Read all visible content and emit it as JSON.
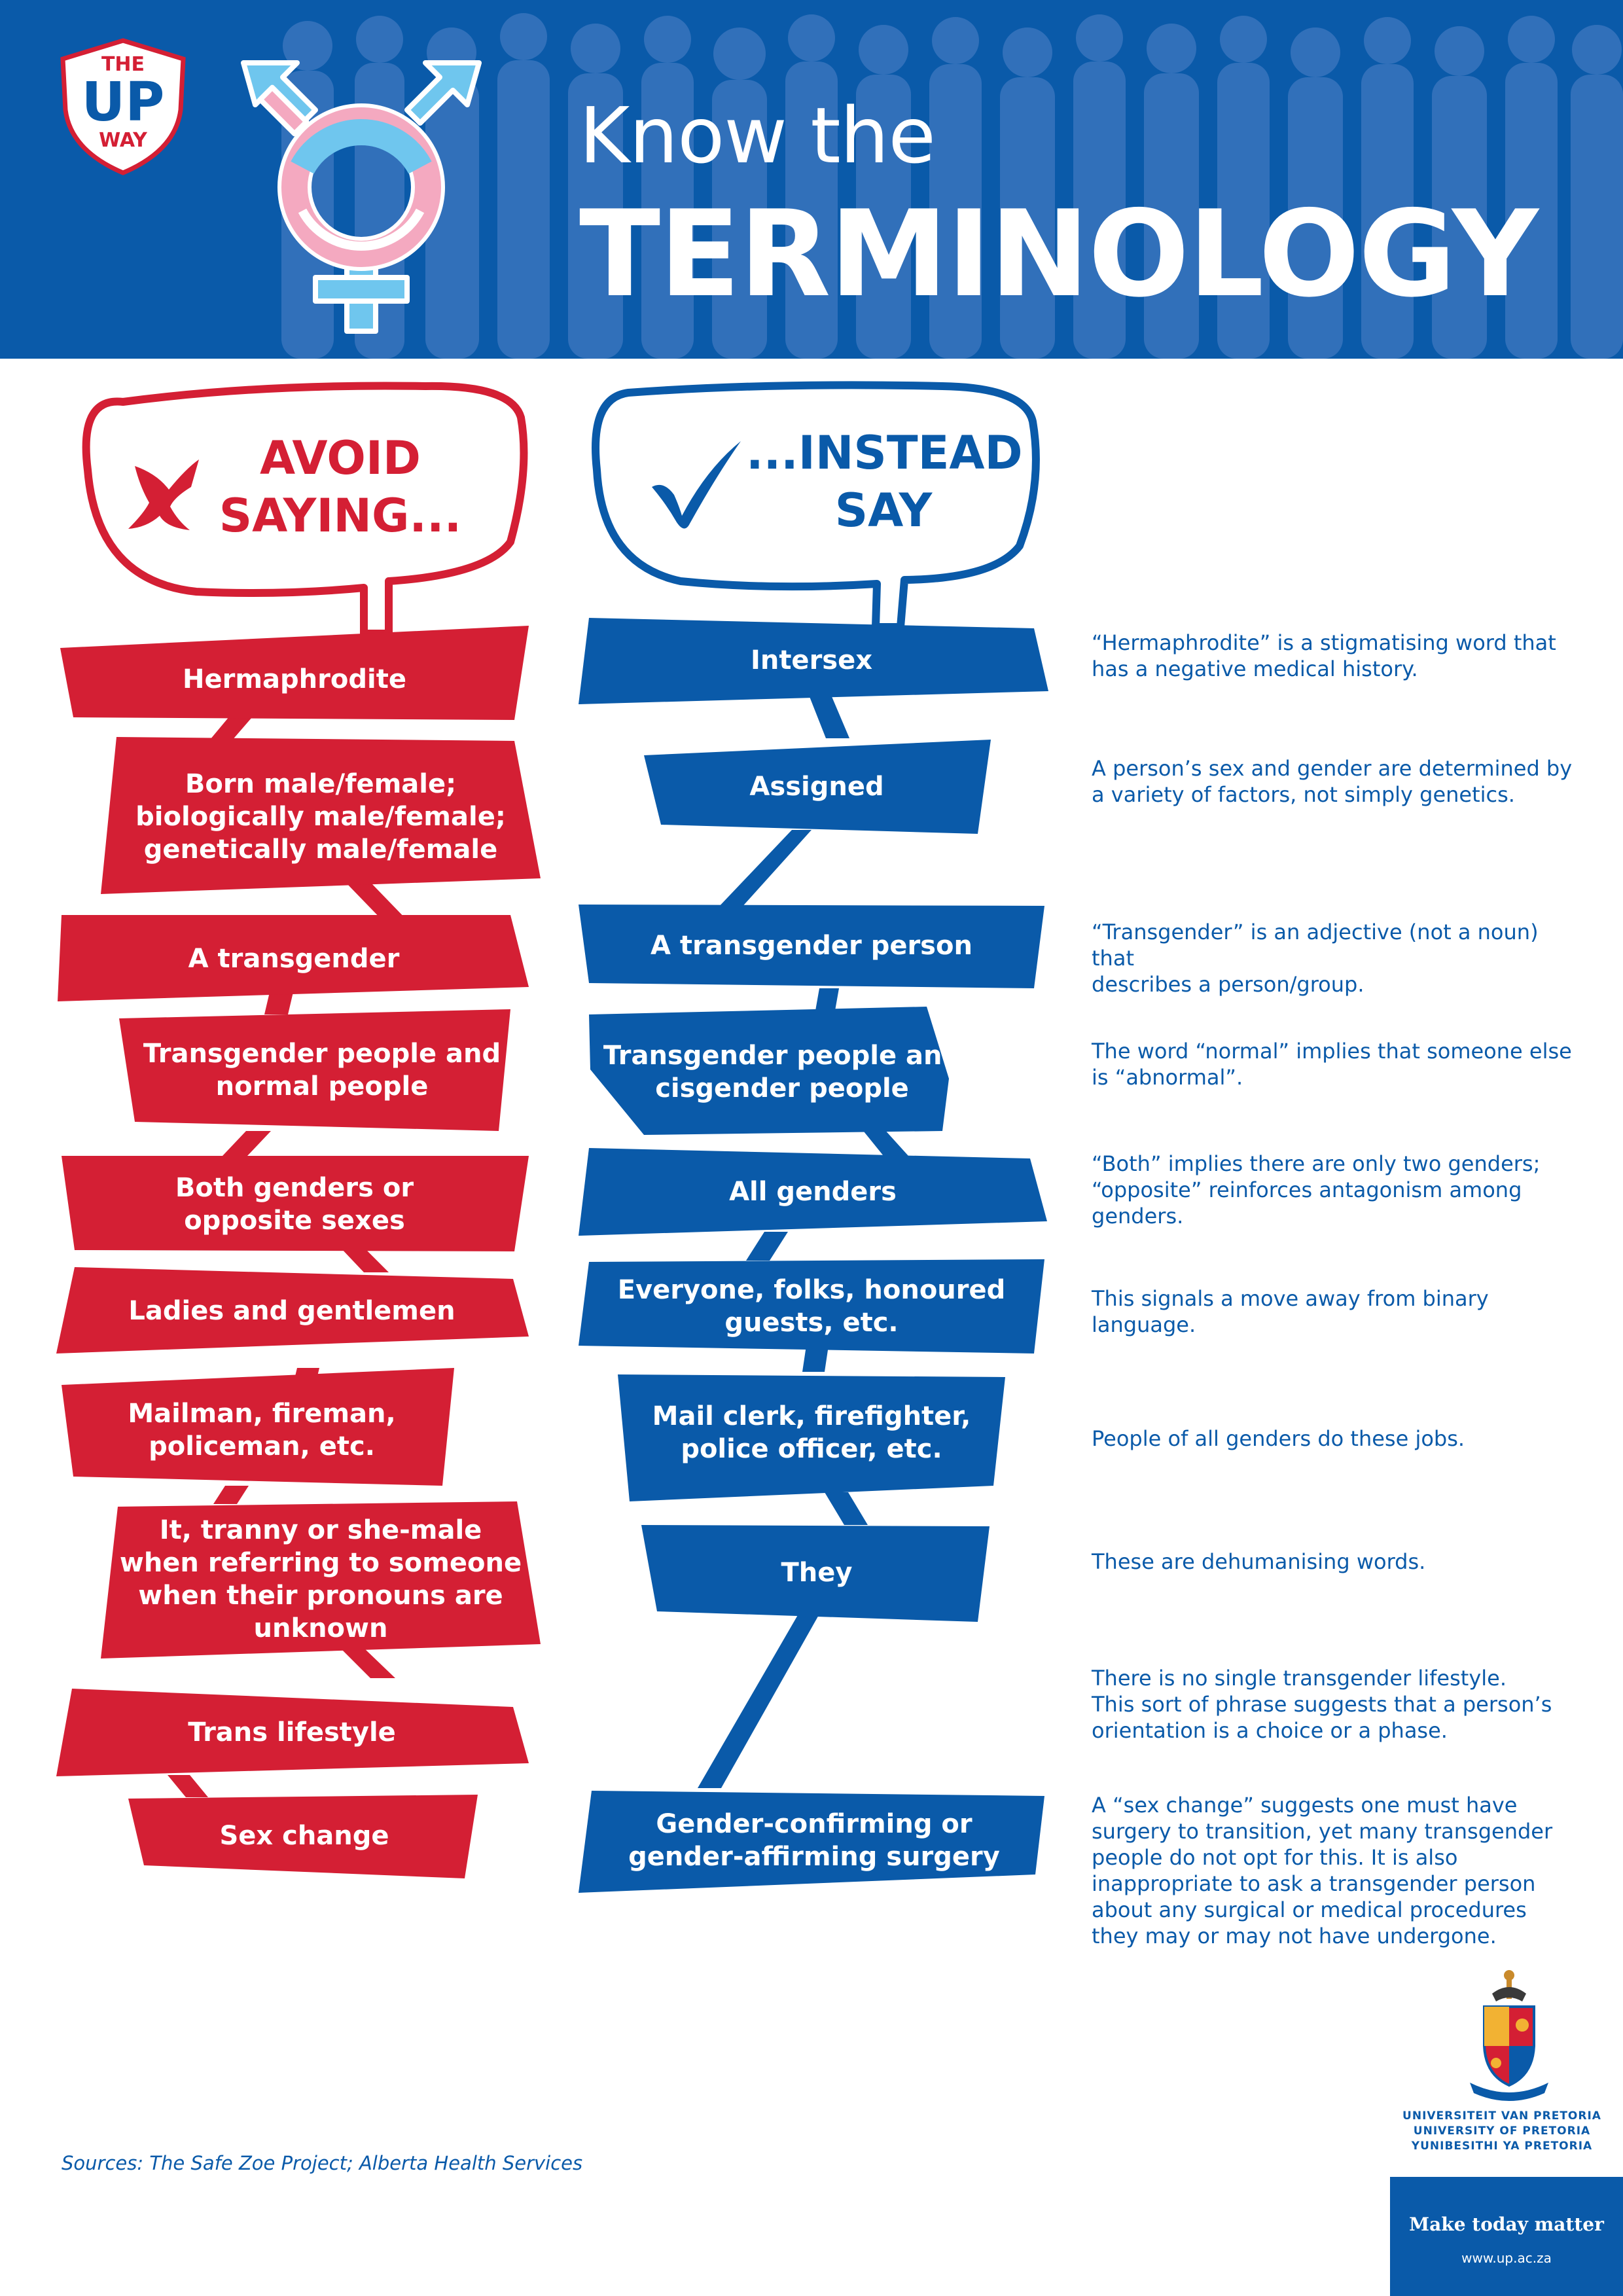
{
  "logo": {
    "line1": "THE",
    "line2": "UP",
    "line3": "WAY",
    "icon": "shield-logo-icon"
  },
  "header": {
    "title_small": "Know the",
    "title_big": "TERMINOLOGY",
    "symbol_icon": "transgender-symbol-icon"
  },
  "bubbles": {
    "avoid_line1": "AVOID",
    "avoid_line2": "SAYING...",
    "avoid_icon": "cross-icon",
    "instead_line1": "...INSTEAD",
    "instead_line2": "SAY",
    "instead_icon": "checkmark-icon"
  },
  "avoid": [
    [
      "Hermaphrodite"
    ],
    [
      "Born male/female;",
      "biologically male/female;",
      "genetically male/female"
    ],
    [
      "A transgender"
    ],
    [
      "Transgender people and",
      "normal people"
    ],
    [
      "Both genders or",
      "opposite sexes"
    ],
    [
      "Ladies and gentlemen"
    ],
    [
      "Mailman, fireman,",
      "policeman, etc."
    ],
    [
      "It, tranny or she-male",
      "when referring to someone",
      "when their pronouns are",
      "unknown"
    ],
    [
      "Trans lifestyle"
    ],
    [
      "Sex change"
    ]
  ],
  "instead": [
    [
      "Intersex"
    ],
    [
      "Assigned"
    ],
    [
      "A transgender person"
    ],
    [
      "Transgender people and",
      "cisgender people"
    ],
    [
      "All genders"
    ],
    [
      "Everyone, folks, honoured",
      "guests, etc."
    ],
    [
      "Mail clerk, firefighter,",
      "police officer, etc."
    ],
    [
      "They"
    ],
    [
      "Gender-confirming or",
      "gender-affirming surgery"
    ]
  ],
  "explanations": [
    [
      "“Hermaphrodite” is a stigmatising word that",
      "has a negative medical history."
    ],
    [
      "A person’s sex and gender are determined by",
      "a variety of factors, not simply genetics."
    ],
    [
      "“Transgender” is an adjective (not a noun) that",
      "describes a person/group."
    ],
    [
      "The word “normal” implies that someone else",
      "is “abnormal”."
    ],
    [
      "“Both” implies there are only two genders;",
      "“opposite” reinforces antagonism among",
      "genders."
    ],
    [
      "This signals a move away from binary",
      "language."
    ],
    [
      "People of all genders do these jobs."
    ],
    [
      "These are dehumanising words."
    ],
    [
      "There is no single transgender lifestyle.",
      "This sort of phrase suggests that a person’s",
      "orientation is a choice or a phase."
    ],
    [
      "A “sex change” suggests one must have",
      "surgery to transition, yet many transgender",
      "people do not opt for this. It is also",
      "inappropriate to ask a transgender person",
      "about any surgical or medical procedures",
      "they may or may not have undergone."
    ]
  ],
  "sources": "Sources: The Safe Zoe Project; Alberta Health Services",
  "university": {
    "crest_icon": "university-crest-icon",
    "name1": "UNIVERSITEIT VAN PRETORIA",
    "name2": "UNIVERSITY OF PRETORIA",
    "name3": "YUNIBESITHI YA PRETORIA",
    "motto": "Make today matter",
    "url": "www.up.ac.za"
  },
  "colors": {
    "red": "#d41f34",
    "blue": "#0a5aa9",
    "pink": "#f4a9c0",
    "light_blue": "#6fc6ee"
  }
}
